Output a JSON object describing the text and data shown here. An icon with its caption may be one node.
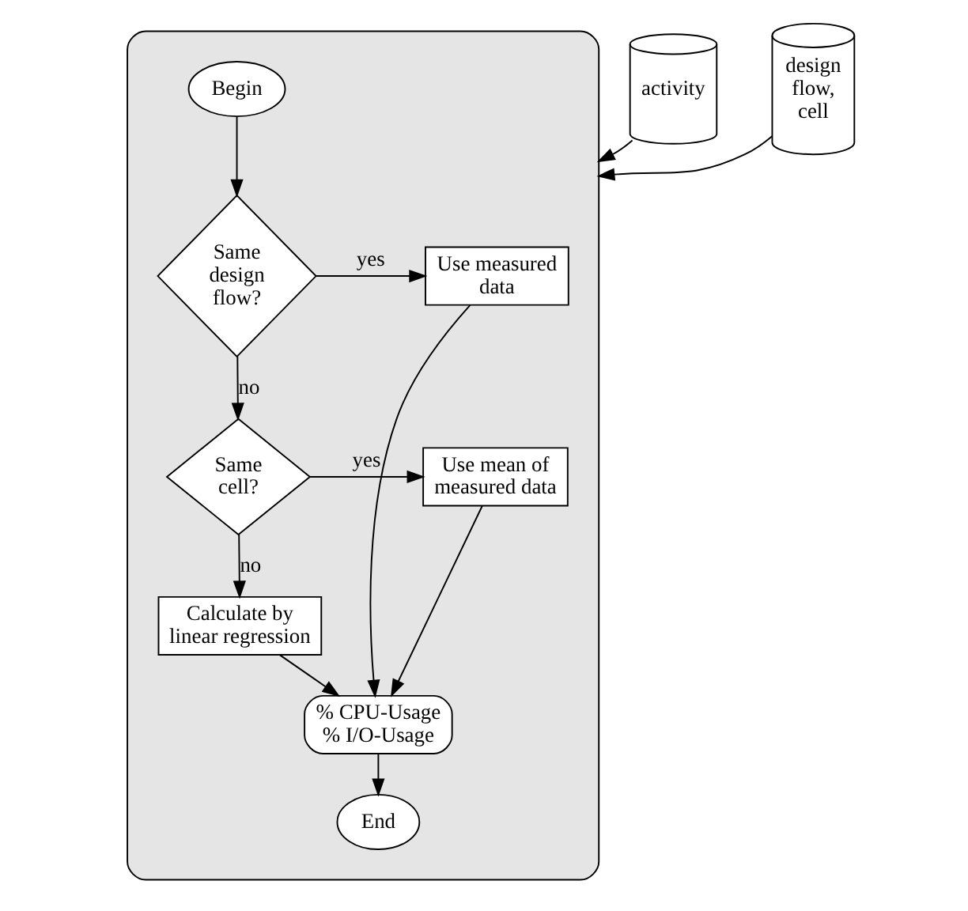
{
  "diagram": {
    "nodes": [
      {
        "text": [],
        "shape": "box"
      },
      {
        "text": [
          "Begin"
        ],
        "in": 0
      },
      {
        "text": [
          "Same design flow?"
        ],
        "in": 0
      },
      {
        "text": [
          "Use measured data"
        ],
        "in": 0
      },
      {
        "text": [
          "Same cell?"
        ],
        "in": 0
      },
      {
        "text": [
          "Use mean of measured data"
        ],
        "in": 0
      },
      {
        "text": [
          "Calculate by linear regression"
        ],
        "in": 0
      },
      {
        "text": [
          "% CPU-Usage",
          "% I/O-Usage"
        ],
        "in": 0
      },
      {
        "text": [
          "End"
        ],
        "in": 0
      },
      {
        "text": [
          "activity"
        ]
      },
      {
        "text": [
          "design flow, cell"
        ]
      }
    ],
    "edges": [
      {
        "from": 1,
        "to": 2,
        "arrow": "to"
      },
      {
        "from": 2,
        "to": 3,
        "arrow": "to",
        "label": "yes"
      },
      {
        "from": 2,
        "to": 4,
        "arrow": "to",
        "label": "no"
      },
      {
        "from": 4,
        "to": 5,
        "arrow": "to",
        "label": "yes"
      },
      {
        "from": 4,
        "to": 6,
        "arrow": "to",
        "label": "no"
      },
      {
        "from": 3,
        "to": 7,
        "arrow": "to"
      },
      {
        "from": 5,
        "to": 7,
        "arrow": "to"
      },
      {
        "from": 6,
        "to": 7,
        "arrow": "to"
      },
      {
        "from": 7,
        "to": 8,
        "arrow": "to"
      },
      {
        "from": 9,
        "to": 0,
        "arrow": "to"
      },
      {
        "from": 10,
        "to": 0,
        "arrow": "to"
      }
    ]
  }
}
